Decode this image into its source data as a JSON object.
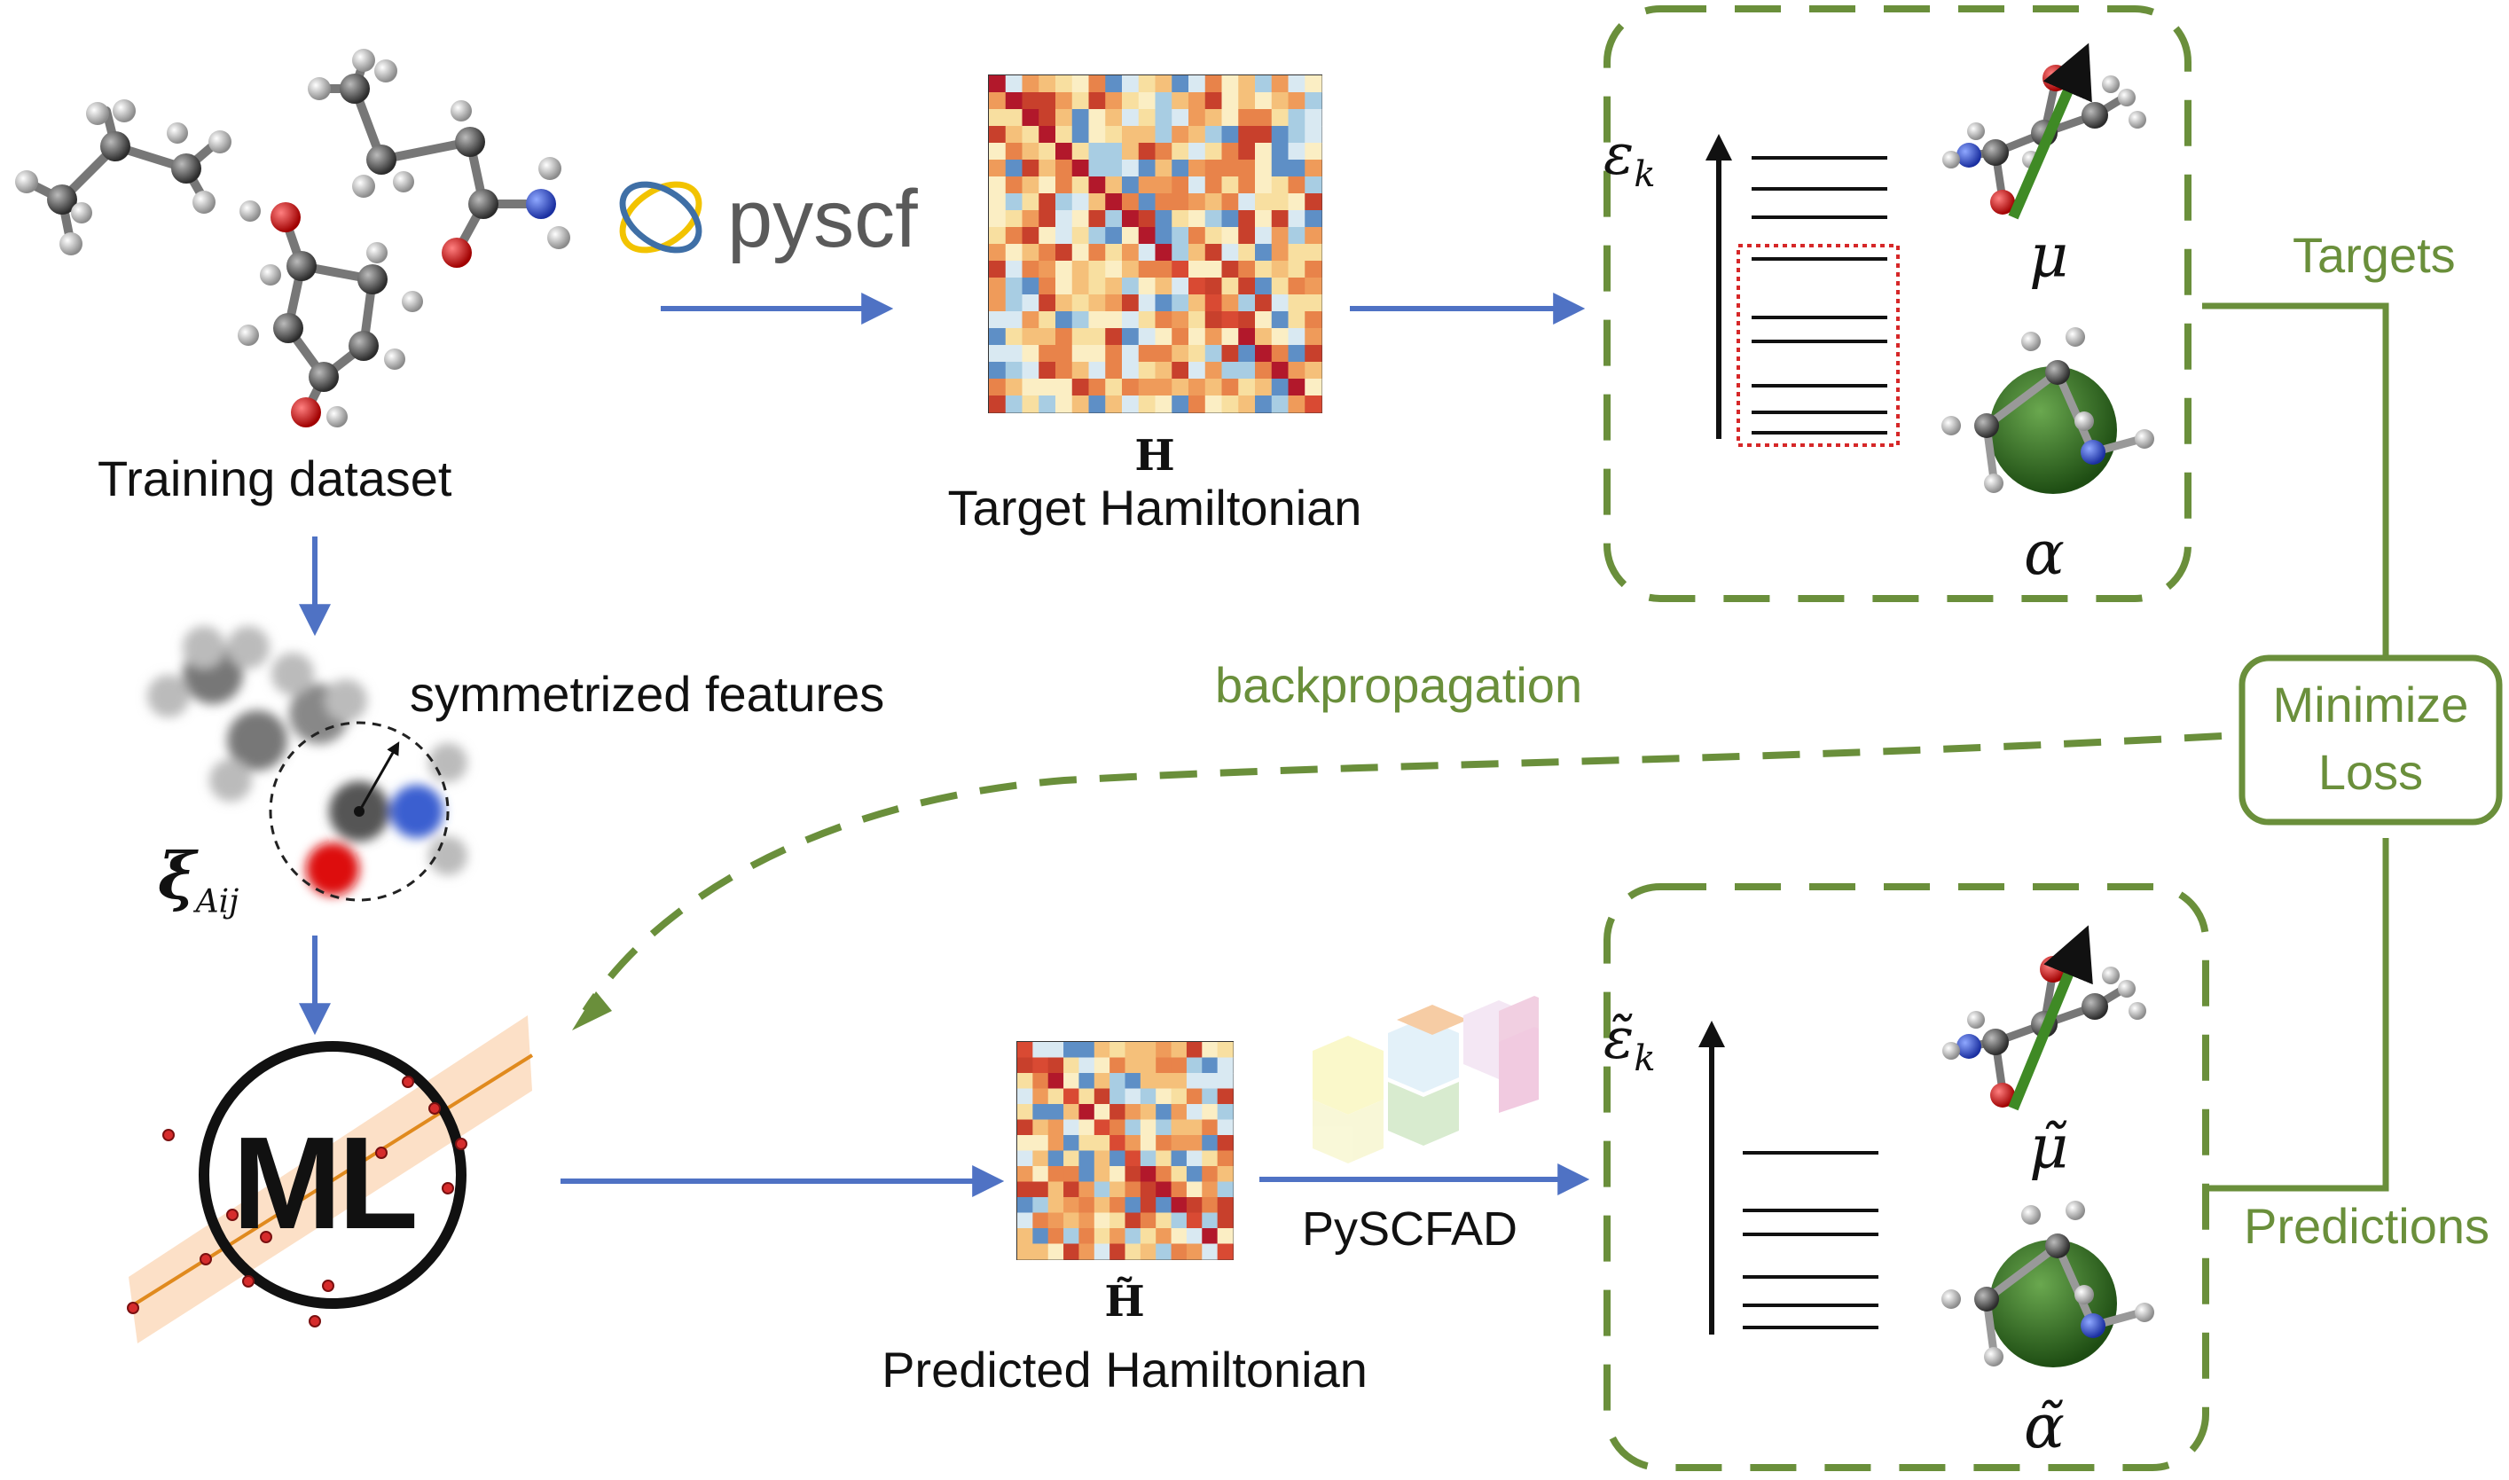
{
  "labels": {
    "training_dataset": "Training dataset",
    "pyscf_logo": "pyscf",
    "target_hamiltonian_symbol": "H",
    "target_hamiltonian": "Target Hamiltonian",
    "energy_symbol": "ε",
    "energy_sub": "k",
    "energy_symbol_pred": "ε̃",
    "mu": "μ",
    "alpha": "α",
    "mu_pred": "μ̃",
    "alpha_pred": "α̃",
    "targets": "Targets",
    "predictions": "Predictions",
    "minimize_loss_line1": "Minimize",
    "minimize_loss_line2": "Loss",
    "backpropagation": "backpropagation",
    "symmetrized_features": "symmetrized features",
    "xi_symbol": "ξ",
    "xi_sub": "Aij",
    "ml": "ML",
    "predicted_hamiltonian_symbol": "H̃",
    "predicted_hamiltonian": "Predicted Hamiltonian",
    "pyscfad": "PySCFAD"
  },
  "colors": {
    "arrow_blue": "#4f72c4",
    "green": "#6a8f3b",
    "red_box": "#d62728",
    "atom_carbon": "#555555",
    "atom_oxygen": "#cc1111",
    "atom_nitrogen": "#2244cc",
    "atom_hydrogen": "#dddddd"
  }
}
